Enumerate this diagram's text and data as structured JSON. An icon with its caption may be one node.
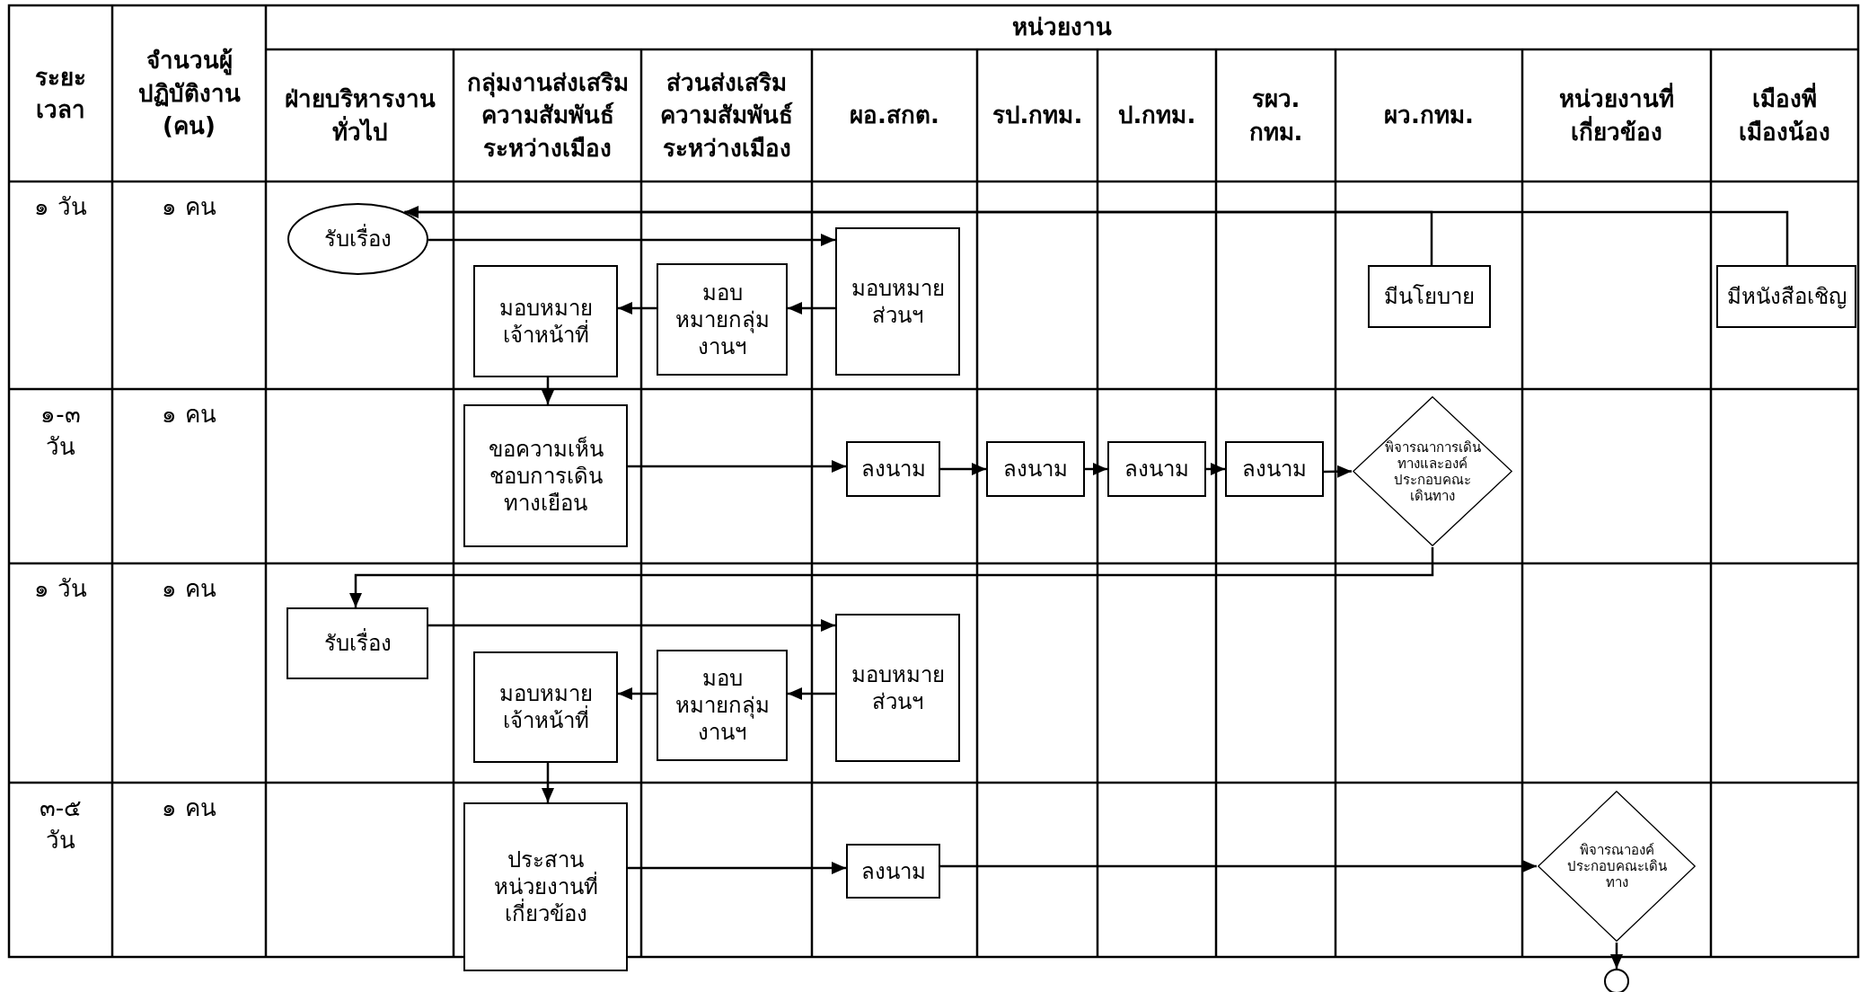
{
  "diagram": {
    "nodes": [
      {
        "text": [
          "รับเรื่อง"
        ]
      },
      {
        "text": [
          "มอบหมายเจ้าหน้าที่"
        ]
      },
      {
        "text": [
          "มอบหมายกลุ่มงานฯ"
        ]
      },
      {
        "text": [
          "มอบหมายส่วนฯ"
        ]
      },
      {
        "text": [
          "มีนโยบาย"
        ]
      },
      {
        "text": [
          "มีหนังสือเชิญ"
        ]
      },
      {
        "text": [
          "ขอความเห็นชอบการเดินทางเยือน"
        ]
      },
      {
        "text": [
          "ลงนาม"
        ]
      },
      {
        "text": [
          "ลงนาม"
        ]
      },
      {
        "text": [
          "ลงนาม"
        ]
      },
      {
        "text": [
          "ลงนาม"
        ]
      },
      {
        "text": [
          "พิจารณาการเดินทางและองค์ประกอบคณะเดินทาง"
        ]
      },
      {
        "text": [
          "รับเรื่อง"
        ]
      },
      {
        "text": [
          "มอบหมายเจ้าหน้าที่"
        ]
      },
      {
        "text": [
          "มอบหมายกลุ่มงานฯ"
        ]
      },
      {
        "text": [
          "มอบหมายส่วนฯ"
        ]
      },
      {
        "text": [
          "ประสานหน่วยงานที่เกี่ยวข้อง"
        ]
      },
      {
        "text": [
          "ลงนาม"
        ]
      },
      {
        "text": [
          "พิจารณาองค์ประกอบคณะเดินทาง"
        ]
      },
      {
        "text": [],
        "shape": "circle"
      }
    ],
    "edges": [
      {
        "from": 5,
        "to": 0,
        "arrow": "to"
      },
      {
        "from": 4,
        "to": 0,
        "arrow": "to"
      },
      {
        "from": 0,
        "to": 3,
        "arrow": "to"
      },
      {
        "from": 3,
        "to": 2,
        "arrow": "to"
      },
      {
        "from": 2,
        "to": 1,
        "arrow": "to"
      },
      {
        "from": 1,
        "to": 6,
        "arrow": "to"
      },
      {
        "from": 6,
        "to": 7,
        "arrow": "to"
      },
      {
        "from": 7,
        "to": 8,
        "arrow": "to"
      },
      {
        "from": 8,
        "to": 9,
        "arrow": "to"
      },
      {
        "from": 9,
        "to": 10,
        "arrow": "to"
      },
      {
        "from": 10,
        "to": 11,
        "arrow": "to"
      },
      {
        "from": 11,
        "to": 12,
        "arrow": "to"
      },
      {
        "from": 12,
        "to": 15,
        "arrow": "to"
      },
      {
        "from": 15,
        "to": 14,
        "arrow": "to"
      },
      {
        "from": 14,
        "to": 13,
        "arrow": "to"
      },
      {
        "from": 13,
        "to": 16,
        "arrow": "to"
      },
      {
        "from": 16,
        "to": 17,
        "arrow": "to"
      },
      {
        "from": 17,
        "to": 18,
        "arrow": "to"
      },
      {
        "from": 18,
        "to": 19,
        "arrow": "to"
      }
    ],
    "labels": [
      "ระยะเวลา",
      "จำนวนผู้ปฏิบัติงาน (คน)",
      "หน่วยงาน",
      "ฝ่ายบริหารงานทั่วไป",
      "กลุ่มงานส่งเสริมความสัมพันธ์ระหว่างเมือง",
      "ส่วนส่งเสริมความสัมพันธ์ระหว่างเมือง",
      "ผอ.สกต.",
      "รป.กทม.",
      "ป.กทม.",
      "รผว. กทม.",
      "ผว.กทม.",
      "หน่วยงานที่เกี่ยวข้อง",
      "เมืองพี่เมืองน้อง",
      "๑ วัน",
      "๑ คน",
      "๑-๓ วัน",
      "๑ คน",
      "๑ วัน",
      "๑ คน",
      "๓-๕ วัน",
      "๑ คน"
    ]
  }
}
